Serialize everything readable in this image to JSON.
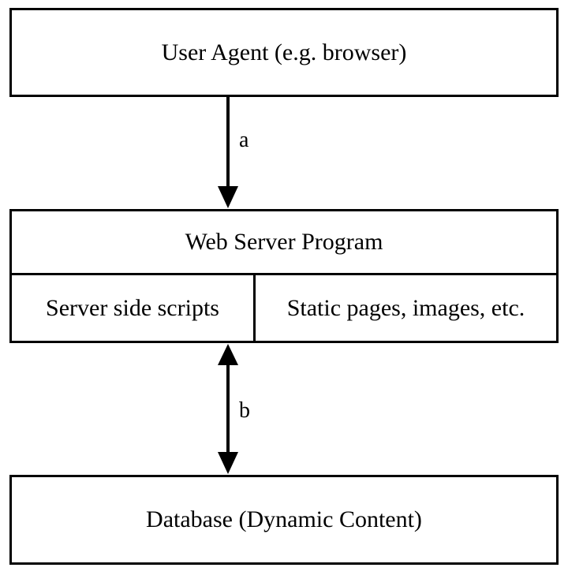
{
  "diagram": {
    "user_agent": "User Agent (e.g. browser)",
    "web_server": {
      "title": "Web Server Program",
      "left_cell": "Server side scripts",
      "right_cell": "Static pages, images, etc."
    },
    "database": "Database (Dynamic Content)",
    "connections": [
      {
        "label": "a",
        "from": "User Agent (e.g. browser)",
        "to": "Web Server Program",
        "direction": "one-way"
      },
      {
        "label": "b",
        "from": "Server side scripts",
        "to": "Database (Dynamic Content)",
        "direction": "two-way"
      }
    ],
    "colors": {
      "stroke": "#000000",
      "background": "#ffffff"
    }
  }
}
